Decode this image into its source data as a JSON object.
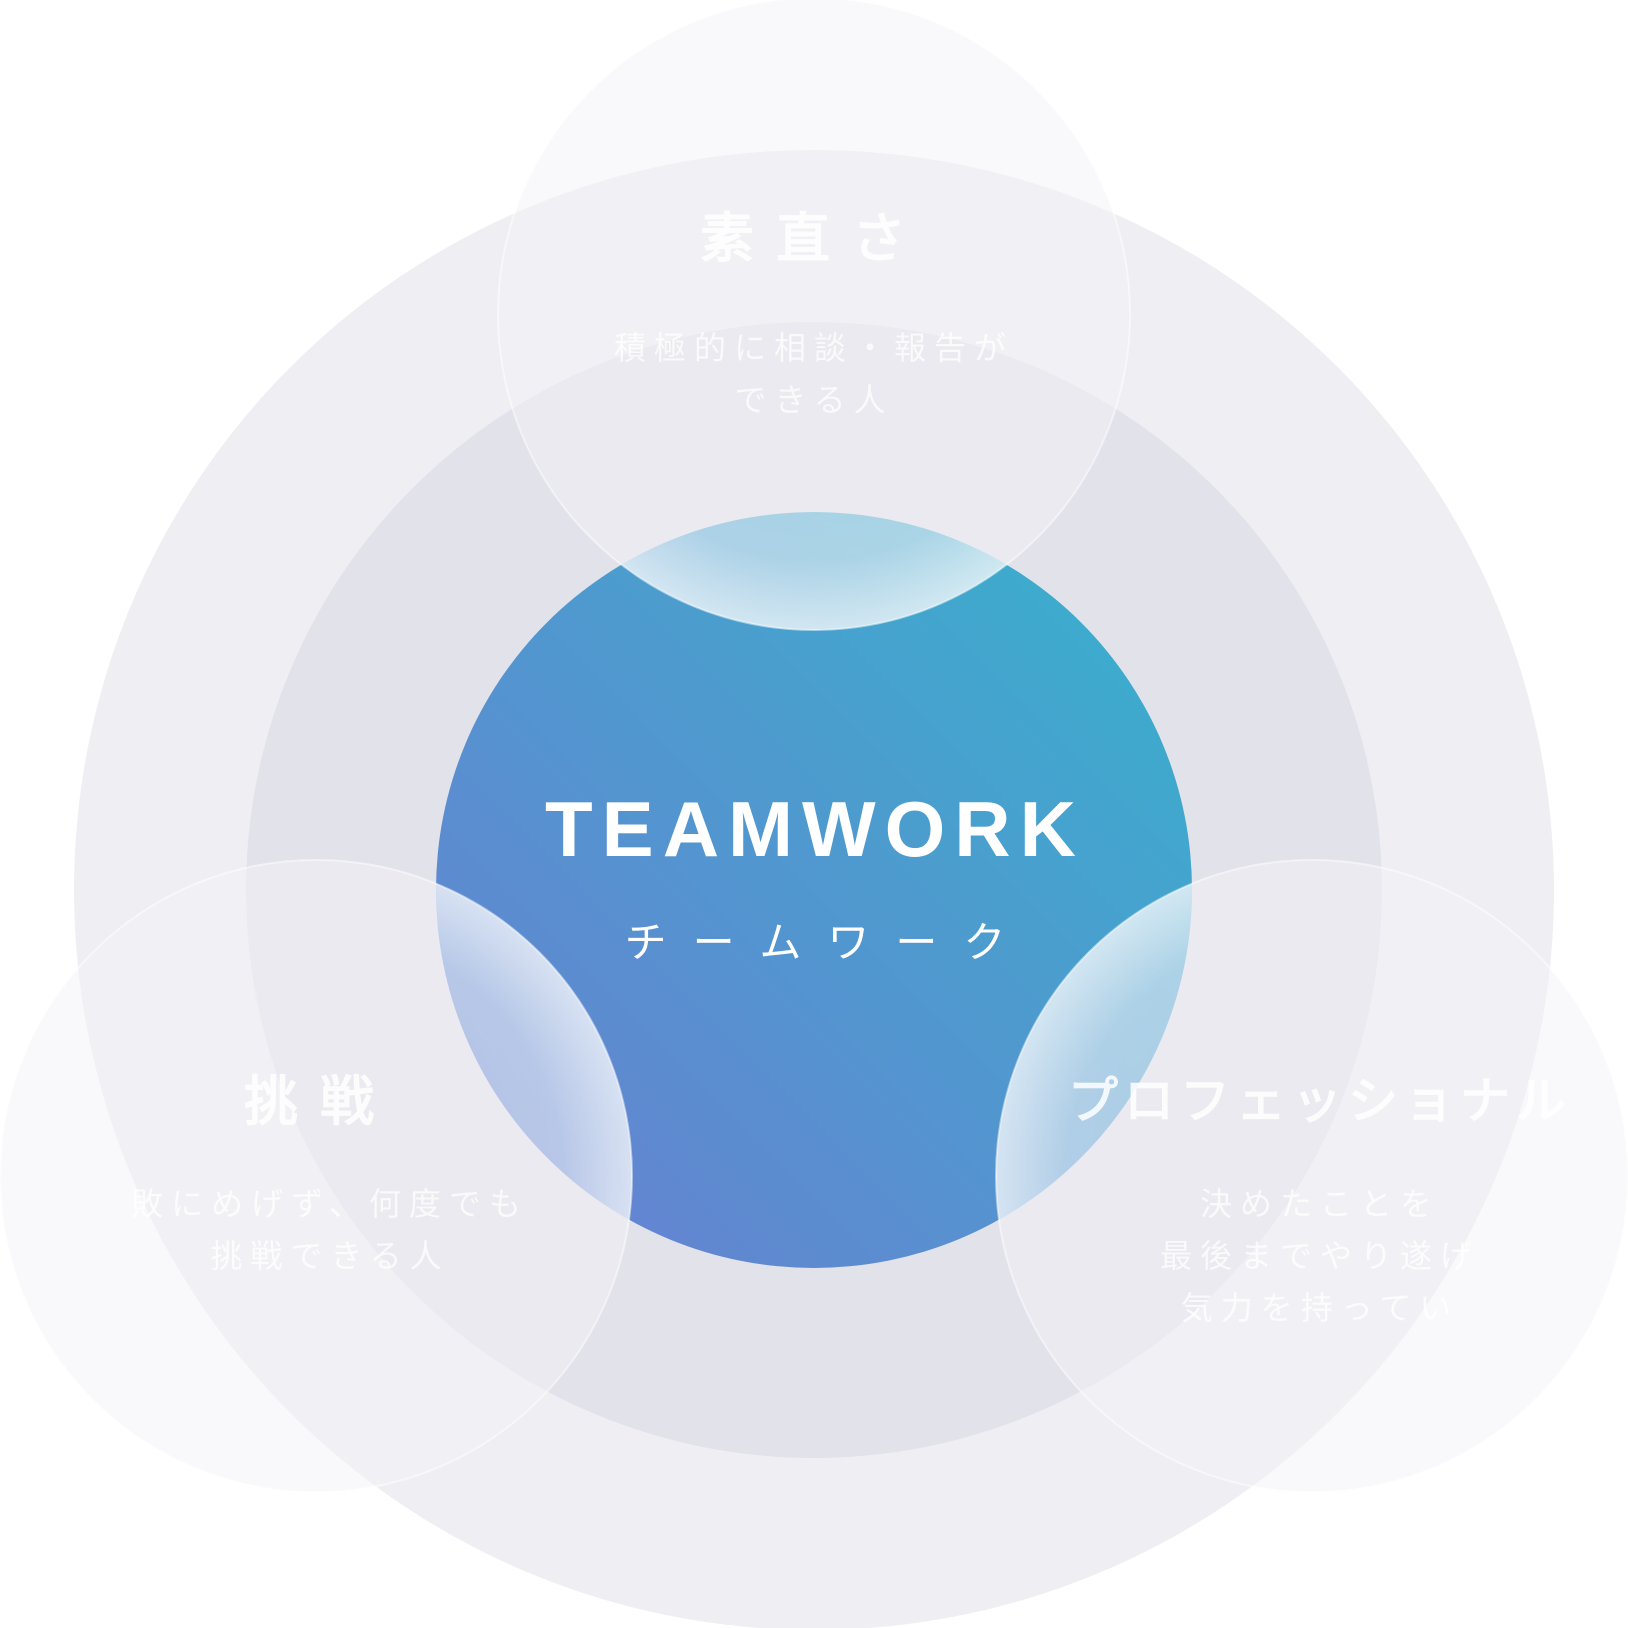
{
  "center": {
    "title": "TEAMWORK",
    "subtitle": "チームワーク"
  },
  "nodes": {
    "top": {
      "title": "素直さ",
      "description": "積極的に相談・報告が\nできる人"
    },
    "left": {
      "title": "挑戦",
      "description": "敗にめげず、何度でも\n挑戦できる人"
    },
    "right": {
      "title": "プロフェッショナル",
      "description": "決めたことを\n最後までやり遂げ\n気力を持ってい"
    }
  },
  "colors": {
    "outer_ring": "#efeff3",
    "inner_ring": "#e2e2ea",
    "center_gradient_start": "#6b82d4",
    "center_gradient_end": "#3fabcd",
    "bubble": "#ffffff",
    "text": "#ffffff"
  }
}
